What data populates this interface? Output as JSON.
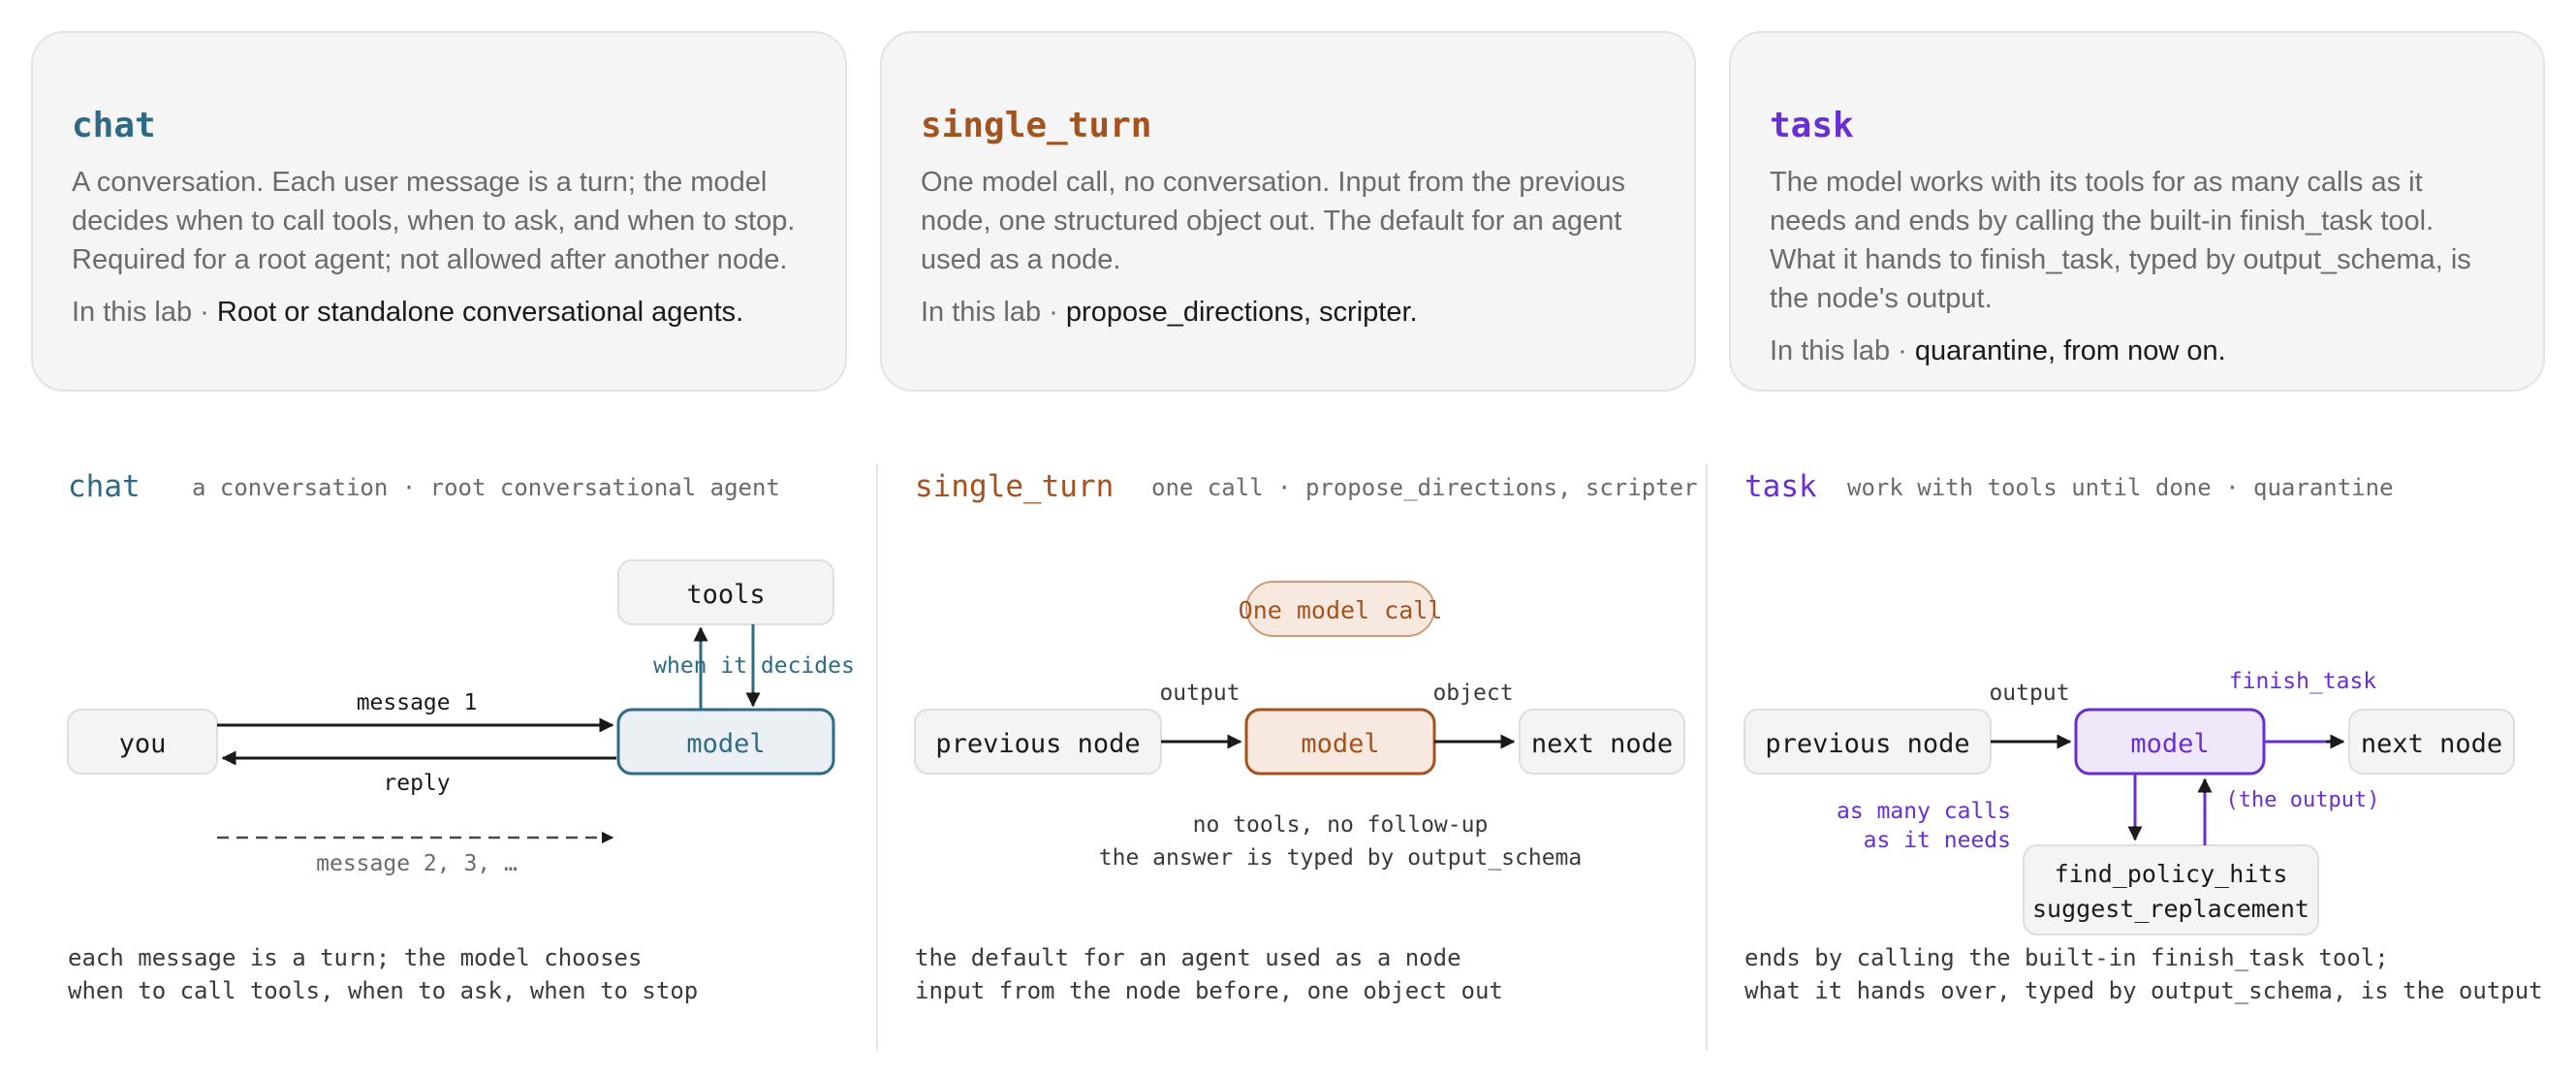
{
  "colors": {
    "chat": "#2e6a86",
    "single_turn": "#a4531e",
    "task": "#6a2fd0",
    "muted": "#6b6b6b",
    "text": "#1a1a1a",
    "box_fill": "#f4f4f4",
    "box_stroke": "#dedede"
  },
  "cards": [
    {
      "title": "chat",
      "desc": "A conversation. Each user message is a turn; the model decides when to call tools, when to ask, and when to stop. Required for a root agent; not allowed after another node.",
      "lab_label": "In this lab ·",
      "lab_value": "Root or standalone conversational agents."
    },
    {
      "title": "single_turn",
      "desc": "One model call, no conversation. Input from the previous node, one structured object out. The default for an agent used as a node.",
      "lab_label": "In this lab ·",
      "lab_value": "propose_directions, scripter."
    },
    {
      "title": "task",
      "desc": "The model works with its tools for as many calls as it needs and ends by calling the built-in finish_task tool. What it hands to finish_task, typed by output_schema, is the node's output.",
      "lab_label": "In this lab ·",
      "lab_value": "quarantine, from now on."
    }
  ],
  "diagrams": {
    "chat": {
      "title": "chat",
      "subtitle": "a conversation · root conversational agent",
      "you": "you",
      "model": "model",
      "tools": "tools",
      "when_it_decides": "when it decides",
      "message_1": "message 1",
      "reply": "reply",
      "message_more": "message 2, 3, …",
      "footer_1": "each message is a turn; the model chooses",
      "footer_2": "when to call tools, when to ask, when to stop"
    },
    "single_turn": {
      "title": "single_turn",
      "subtitle": "one call · propose_directions, scripter",
      "badge": "One model call",
      "previous": "previous node",
      "model": "model",
      "next": "next node",
      "output": "output",
      "object": "object",
      "note_1": "no tools, no follow-up",
      "note_2": "the answer is typed by output_schema",
      "footer_1": "the default for an agent used as a node",
      "footer_2": "input from the node before, one object out"
    },
    "task": {
      "title": "task",
      "subtitle": "work with tools until done · quarantine",
      "previous": "previous node",
      "model": "model",
      "next": "next node",
      "output": "output",
      "finish_task": "finish_task",
      "the_output": "(the output)",
      "many_calls_1": "as many calls",
      "many_calls_2": "as it needs",
      "tool_1": "find_policy_hits",
      "tool_2": "suggest_replacement",
      "footer_1": "ends by calling the built-in finish_task tool;",
      "footer_2": "what it hands over, typed by output_schema, is the output"
    }
  }
}
